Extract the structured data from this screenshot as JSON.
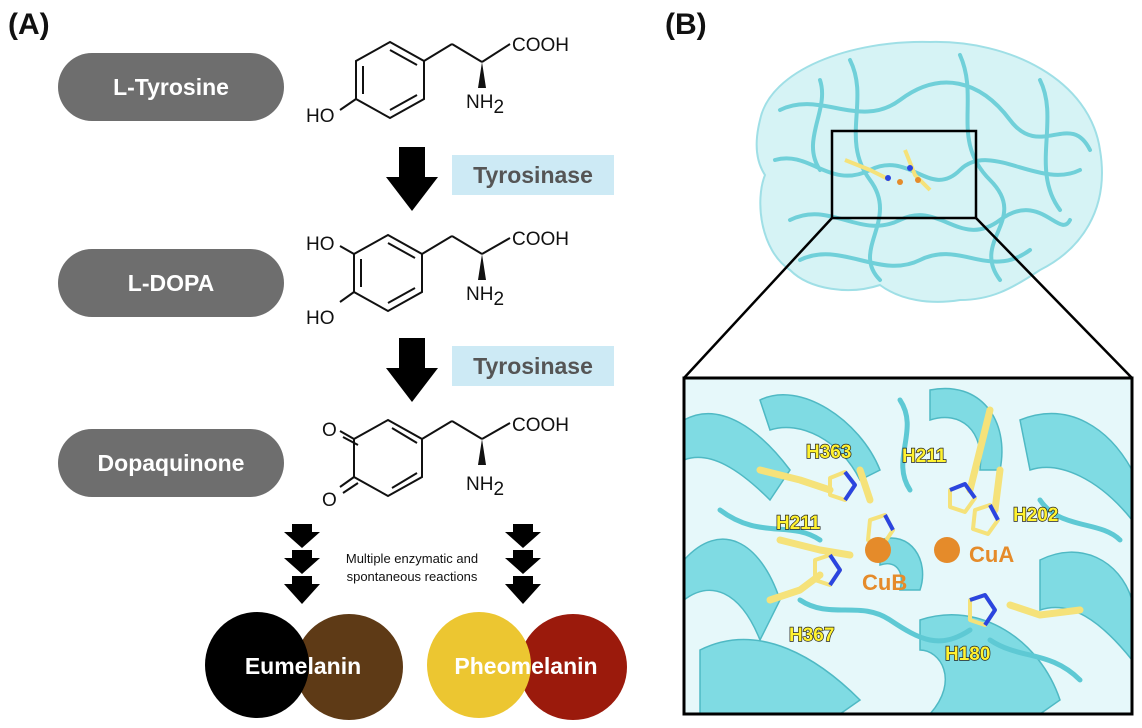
{
  "panels": {
    "a_label": "(A)",
    "b_label": "(B)"
  },
  "pathway": {
    "steps": [
      {
        "name": "L-Tyrosine"
      },
      {
        "name": "L-DOPA"
      },
      {
        "name": "Dopaquinone"
      }
    ],
    "enzymes": [
      "Tyrosinase",
      "Tyrosinase"
    ],
    "structures": {
      "cooh": "COOH",
      "nh": "NH",
      "nh_sub": "2",
      "ho": "HO",
      "o": "O"
    },
    "note_line1": "Multiple enzymatic and",
    "note_line2": "spontaneous reactions",
    "products": [
      {
        "name": "Eumelanin",
        "colors": [
          "#000000",
          "#5e3a16"
        ]
      },
      {
        "name": "Pheomelanin",
        "colors": [
          "#ecc631",
          "#9b1a0c"
        ]
      }
    ]
  },
  "structure_panel": {
    "residues": [
      "H363",
      "H211",
      "H211",
      "H202",
      "H367",
      "H180"
    ],
    "metals": [
      "CuB",
      "CuA"
    ],
    "colors": {
      "protein": "#7fdbe3",
      "surface": "#bfeef2",
      "residue": "#f5e27a",
      "copper": "#e58b2a",
      "nitrogen": "#2b45e0"
    }
  }
}
